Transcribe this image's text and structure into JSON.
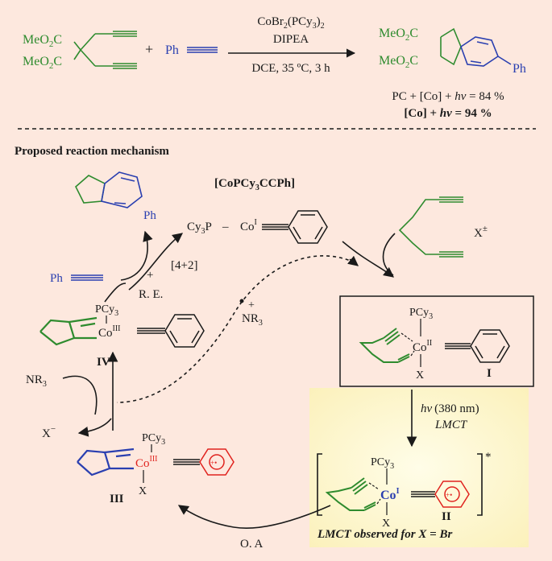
{
  "reaction": {
    "substrate_ester_top": "MeO",
    "substrate_ester_top_sub": "2",
    "substrate_ester_top_end": "C",
    "substrate_ester_bottom": "MeO",
    "substrate_ester_bottom_sub": "2",
    "substrate_ester_bottom_end": "C",
    "plus": "+",
    "alkyne_ph": "Ph",
    "catalyst": "CoBr",
    "catalyst_sub1": "2",
    "catalyst_mid": "(PCy",
    "catalyst_sub2": "3",
    "catalyst_end": ")",
    "catalyst_sub3": "2",
    "base": "DIPEA",
    "conditions": "DCE, 35 ºC, 3 h",
    "product_ester_top": "MeO",
    "product_ester_top_sub": "2",
    "product_ester_top_end": "C",
    "product_ester_bottom": "MeO",
    "product_ester_bottom_sub": "2",
    "product_ester_bottom_end": "C",
    "product_ph": "Ph",
    "yield1_prefix": "PC + [Co] + ",
    "yield1_hv": "hν",
    "yield1_suffix": " = 84 %",
    "yield2_prefix": "[Co] + ",
    "yield2_hv": "hν",
    "yield2_suffix": " = 94 %"
  },
  "mechanism": {
    "heading": "Proposed reaction mechanism",
    "top_product_ph": "Ph",
    "complex_label": "[CoPCy",
    "complex_label_sub": "3",
    "complex_label_end": "CCPh]",
    "cy3p": "Cy",
    "cy3p_sub": "3",
    "cy3p_end": "P",
    "dash": "–",
    "co_top": "Co",
    "co_top_ox": "I",
    "step_cycloadd": "[4+2]",
    "step_plus": "+",
    "step_re": "R. E.",
    "ph_alkyne": "Ph",
    "counterion": "X",
    "counterion_charge": "±",
    "radical_cation_plus": "+",
    "radical_cation_nr": "NR",
    "radical_cation_sub": "3",
    "iv_pcy": "PCy",
    "iv_pcy_sub": "3",
    "iv_co": "Co",
    "iv_ox": "III",
    "iv_label": "IV",
    "nr3_left": "NR",
    "nr3_left_sub": "3",
    "x_minus": "X",
    "x_minus_charge": "−",
    "i_pcy": "PCy",
    "i_pcy_sub": "3",
    "i_co": "Co",
    "i_ox": "II",
    "i_x": "X",
    "i_label": "I",
    "hv_label": "hν",
    "hv_wavelength": "(380 nm)",
    "lmct": "LMCT",
    "iii_pcy": "PCy",
    "iii_pcy_sub": "3",
    "iii_co": "Co",
    "iii_ox": "III",
    "iii_x": "X",
    "iii_label": "III",
    "ii_pcy": "PCy",
    "ii_pcy_sub": "3",
    "ii_co": "Co",
    "ii_ox": "I",
    "ii_x": "X",
    "ii_label": "II",
    "excited": "*",
    "oa_label": "O. A",
    "footnote": "LMCT observed for X = Br",
    "ring_charge": "+•"
  },
  "colors": {
    "background": "#fde8de",
    "green": "#2e8b2e",
    "blue": "#2a3fb0",
    "red": "#e0231e",
    "yellow_panel": "#fdf6c8"
  }
}
